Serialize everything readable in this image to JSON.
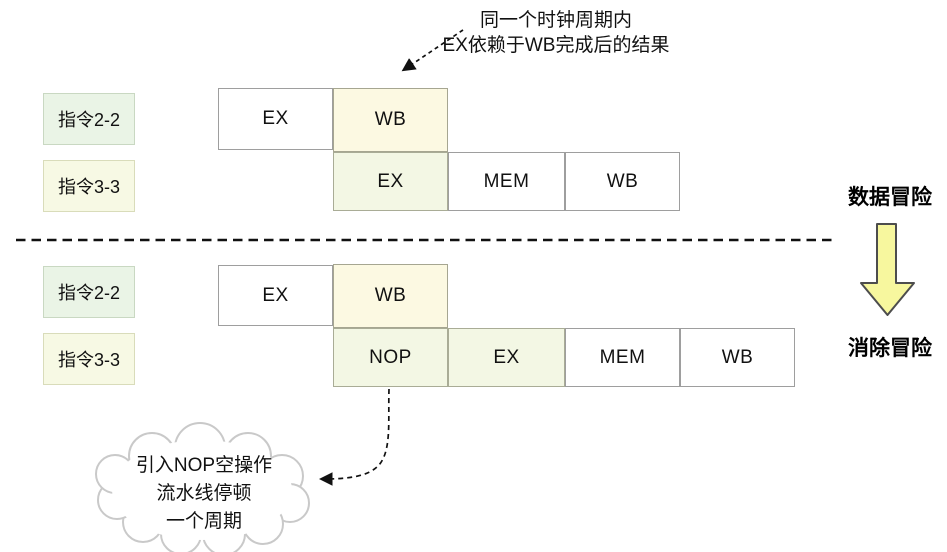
{
  "annotation": {
    "line1": "同一个时钟周期内",
    "line2": "EX依赖于WB完成后的结果"
  },
  "hazard": {
    "rows": [
      {
        "label": "指令2-2",
        "stages": [
          "EX",
          "WB"
        ]
      },
      {
        "label": "指令3-3",
        "stages": [
          "EX",
          "MEM",
          "WB"
        ]
      }
    ],
    "caption": "数据冒险"
  },
  "resolved": {
    "rows": [
      {
        "label": "指令2-2",
        "stages": [
          "EX",
          "WB"
        ]
      },
      {
        "label": "指令3-3",
        "stages": [
          "NOP",
          "EX",
          "MEM",
          "WB"
        ]
      }
    ],
    "caption": "消除冒险"
  },
  "cloud": {
    "line1": "引入NOP空操作",
    "line2": "流水线停顿",
    "line3": "一个周期"
  },
  "icons": {
    "top_arrow": "dashed-arrow-icon",
    "down_arrow": "block-down-arrow-icon",
    "nop_arrow": "dashed-curve-arrow-icon"
  },
  "colors": {
    "stage_highlight_cream": "#fcf9e2",
    "stage_highlight_green": "#f3f7e4",
    "label_green": "#eaf4e6",
    "label_lime": "#f7f9e4",
    "big_arrow_fill": "#f7f79e",
    "big_arrow_stroke": "#4d4d4d",
    "cloud_stroke": "#c9c9c9",
    "box_border": "#9e9e9e",
    "dash_color": "#111111"
  }
}
